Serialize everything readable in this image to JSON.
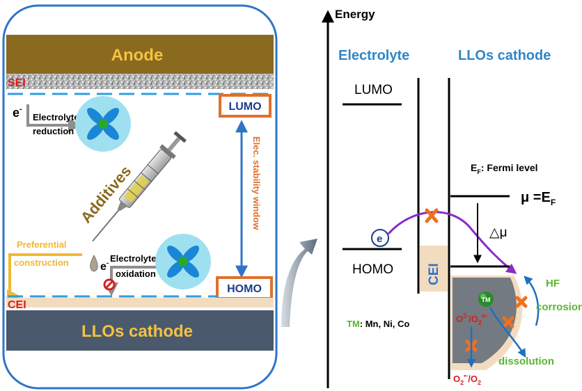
{
  "left_panel": {
    "anode_label": "Anode",
    "sei_label": "SEI",
    "cei_label": "CEI",
    "cathode_label": "LLOs cathode",
    "electron_symbol": "e",
    "electron_superscript": "-",
    "reduction_line1": "Electrolyte",
    "reduction_line2": "reduction",
    "oxidation_line1": "Electrolyte",
    "oxidation_line2": "oxidation",
    "additives_label": "Additives",
    "preferential_line1": "Preferential",
    "preferential_line2": "construction",
    "lumo_label": "LUMO",
    "homo_label": "HOMO",
    "stability_window_label": "Elec. stability window"
  },
  "right_panel": {
    "energy_axis_label": "Energy",
    "electrolyte_header": "Electrolyte",
    "cathode_header": "LLOs cathode",
    "lumo_label": "LUMO",
    "homo_label": "HOMO",
    "cei_label": "CEI",
    "electron_label": "e",
    "fermi_prefix": "E",
    "fermi_sub": "F",
    "fermi_text": ": Fermi level",
    "mu_prefix": "μ =E",
    "mu_sub": "F",
    "delta_mu": "△μ",
    "tm_badge": "TM",
    "tm_key": "TM",
    "tm_elements": ": Mn, Ni, Co",
    "hf_label": "HF",
    "corrosion_label": "corrosion",
    "dissolution_label": "dissolution",
    "oxygen_species_upper": "O2-/O2n-",
    "oxygen_species_lower": "O2•-/O2"
  },
  "colors": {
    "anode": "#8a6a1e",
    "cathode": "#4a5a6c",
    "gold_text": "#f5c242",
    "blue_frame": "#2e75c8",
    "lumo_homo_box": "#e0702a",
    "cei_beige": "#f2dcc0",
    "header_blue": "#2e86c8",
    "green": "#5ab52e",
    "red": "#d42020",
    "purple": "#8a2bc8",
    "orange_x": "#f07020",
    "electrolyte_molecule": "#9fe0f0"
  }
}
